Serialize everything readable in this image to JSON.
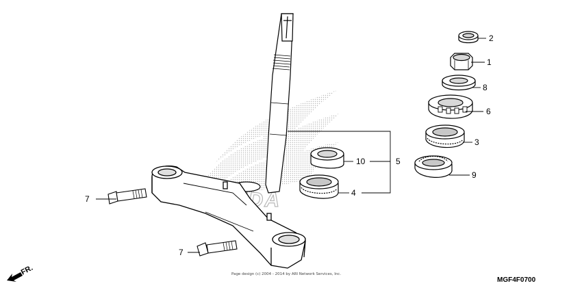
{
  "diagram": {
    "diagram_code": "MGF4F0700",
    "copyright": "Page design (c) 2004 - 2014 by ARI Network Services, Inc.",
    "front_marker": "FR.",
    "callouts": [
      {
        "id": "c2",
        "label": "2"
      },
      {
        "id": "c1",
        "label": "1"
      },
      {
        "id": "c8",
        "label": "8"
      },
      {
        "id": "c6",
        "label": "6"
      },
      {
        "id": "c3",
        "label": "3"
      },
      {
        "id": "c9",
        "label": "9"
      },
      {
        "id": "c10",
        "label": "10"
      },
      {
        "id": "c5",
        "label": "5"
      },
      {
        "id": "c4",
        "label": "4"
      },
      {
        "id": "c7a",
        "label": "7"
      },
      {
        "id": "c7b",
        "label": "7"
      }
    ],
    "watermark": "HONDA",
    "colors": {
      "ink": "#000000",
      "watermark": "#b8b8b8",
      "fill": "#ffffff",
      "shade": "#d8d8d8"
    }
  }
}
